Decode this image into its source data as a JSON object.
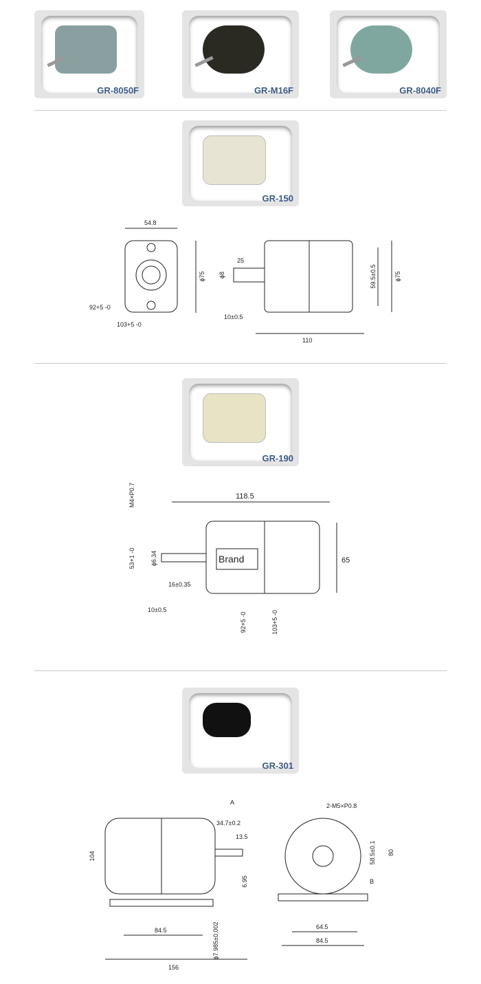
{
  "products": [
    {
      "model": "GR-8050F",
      "color": "#8aa0a0"
    },
    {
      "model": "GR-M16F",
      "color": "#2a2a22"
    },
    {
      "model": "GR-8040F",
      "color": "#7fa7a0"
    },
    {
      "model": "GR-150",
      "color": "#e8e4d4"
    },
    {
      "model": "GR-190",
      "color": "#e9e3c6"
    },
    {
      "model": "GR-301",
      "color": "#111111"
    }
  ],
  "drawing_150": {
    "width": "54.8",
    "dia1": "ϕ75",
    "lead1": "92+5 -0",
    "lead2": "103+5 -0",
    "shaft_len": "25",
    "shaft_dia": "ϕ8",
    "offset": "10±0.5",
    "length": "110",
    "mount": "59.5±0.5",
    "dia2": "ϕ75"
  },
  "drawing_190": {
    "screw": "M4×P0.7",
    "length": "118.5",
    "height": "53+1 -0",
    "shaft_dia": "ϕ6.34",
    "shaft_len": "16±0.35",
    "offset": "10±0.5",
    "lead1": "92+5 -0",
    "lead2": "103+5 -0",
    "dia": "65",
    "brand": "Brand"
  },
  "drawing_301": {
    "plug_mark": "A",
    "dim1": "34.7±0.2",
    "dim2": "13.5",
    "height": "104",
    "shaft": "6.95",
    "shaft_dia": "ϕ7.985±0.002",
    "base": "84.5",
    "length": "156",
    "holes": "2-M5×P0.8",
    "mount": "58.5±0.1",
    "mark_b": "B",
    "total_h": "80",
    "base2": "64.5",
    "base3": "84.5"
  }
}
